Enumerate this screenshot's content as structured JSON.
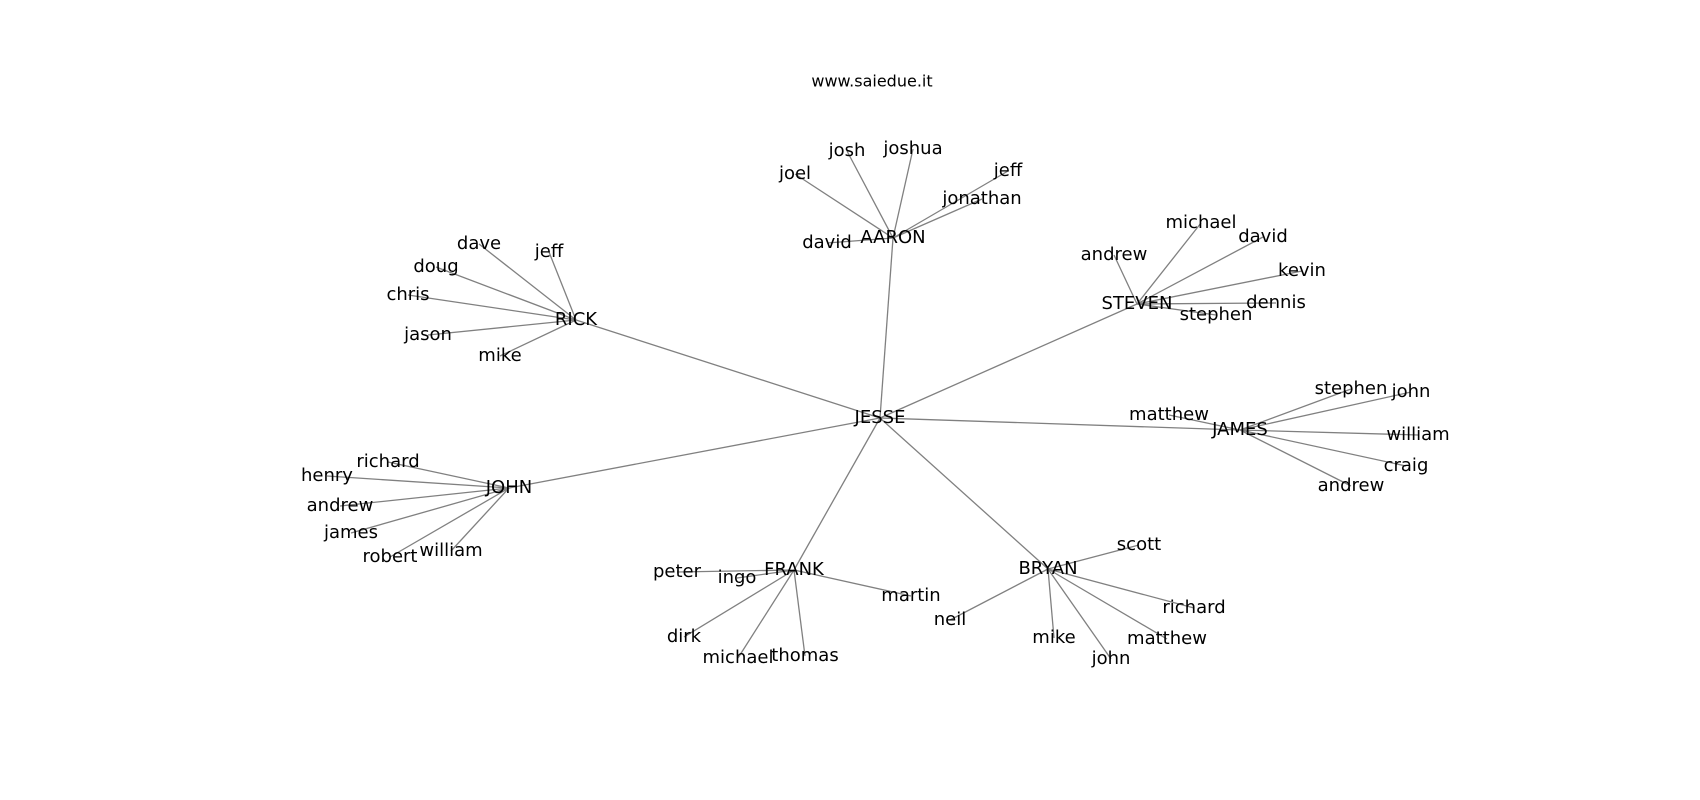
{
  "title": "www.saiedue.it",
  "colors": {
    "edge": "#808080",
    "label": "#000000",
    "background": "#ffffff"
  },
  "graph": {
    "root": "JESSE",
    "hubs": [
      {
        "id": "rick",
        "label": "RICK",
        "children": [
          "jeff",
          "dave",
          "doug",
          "chris",
          "jason",
          "mike"
        ]
      },
      {
        "id": "aaron",
        "label": "AARON",
        "children": [
          "joel",
          "josh",
          "joshua",
          "jeff",
          "jonathan",
          "david"
        ]
      },
      {
        "id": "steven",
        "label": "STEVEN",
        "children": [
          "andrew",
          "michael",
          "david",
          "kevin",
          "dennis",
          "stephen"
        ]
      },
      {
        "id": "james",
        "label": "JAMES",
        "children": [
          "matthew",
          "stephen",
          "john",
          "william",
          "craig",
          "andrew"
        ]
      },
      {
        "id": "john",
        "label": "JOHN",
        "children": [
          "richard",
          "henry",
          "andrew",
          "james",
          "robert",
          "william"
        ]
      },
      {
        "id": "frank",
        "label": "FRANK",
        "children": [
          "peter",
          "ingo",
          "martin",
          "dirk",
          "michael",
          "thomas"
        ]
      },
      {
        "id": "bryan",
        "label": "BRYAN",
        "children": [
          "scott",
          "richard",
          "neil",
          "mike",
          "matthew",
          "john"
        ]
      }
    ]
  }
}
